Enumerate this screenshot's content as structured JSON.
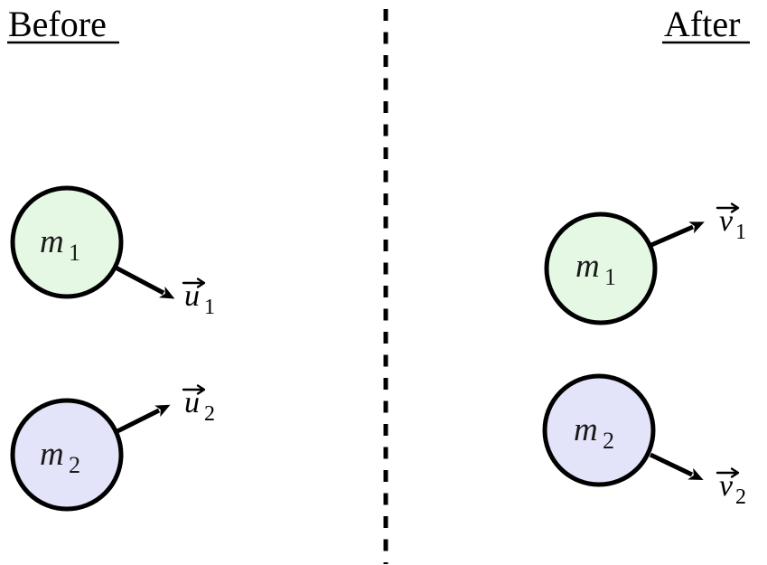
{
  "titles": {
    "before": "Before",
    "after": "After"
  },
  "colors": {
    "mass1_fill": "#e4f8e4",
    "mass2_fill": "#e3e3f9"
  },
  "before": {
    "mass1": {
      "symbol": "m",
      "subscript": "1"
    },
    "mass1_velocity": {
      "symbol": "u",
      "subscript": "1"
    },
    "mass2": {
      "symbol": "m",
      "subscript": "2"
    },
    "mass2_velocity": {
      "symbol": "u",
      "subscript": "2"
    }
  },
  "after": {
    "mass1": {
      "symbol": "m",
      "subscript": "1"
    },
    "mass1_velocity": {
      "symbol": "v",
      "subscript": "1"
    },
    "mass2": {
      "symbol": "m",
      "subscript": "2"
    },
    "mass2_velocity": {
      "symbol": "v",
      "subscript": "2"
    }
  }
}
